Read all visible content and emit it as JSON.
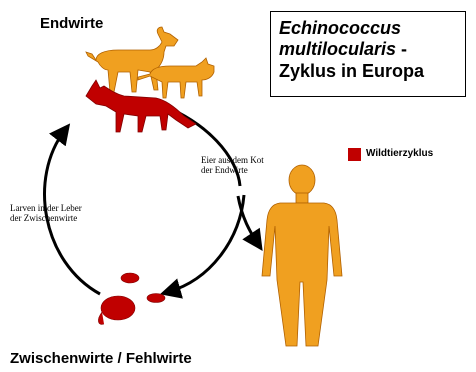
{
  "diagram": {
    "definitive_hosts_label": "Endwirte",
    "intermediate_hosts_label": "Zwischenwirte / Fehlwirte",
    "title": {
      "species": "Echinococcus multilocularis",
      "dash": " -",
      "subtitle": "Zyklus in Europa"
    },
    "legend": {
      "label": "Wildtierzyklus",
      "color": "#c00000"
    },
    "arrow_labels": {
      "eggs_line1": "Eier aus dem Kot",
      "eggs_line2": "der  Endwirte",
      "larvae_line1": "Larven in der Leber",
      "larvae_line2": "der Zwischenwirte"
    },
    "colors": {
      "domestic": "#f0a020",
      "wild": "#c00000",
      "human": "#f0a020"
    },
    "icons": [
      "dog-icon",
      "cat-icon",
      "fox-icon",
      "rodent-icon",
      "human-icon"
    ]
  }
}
